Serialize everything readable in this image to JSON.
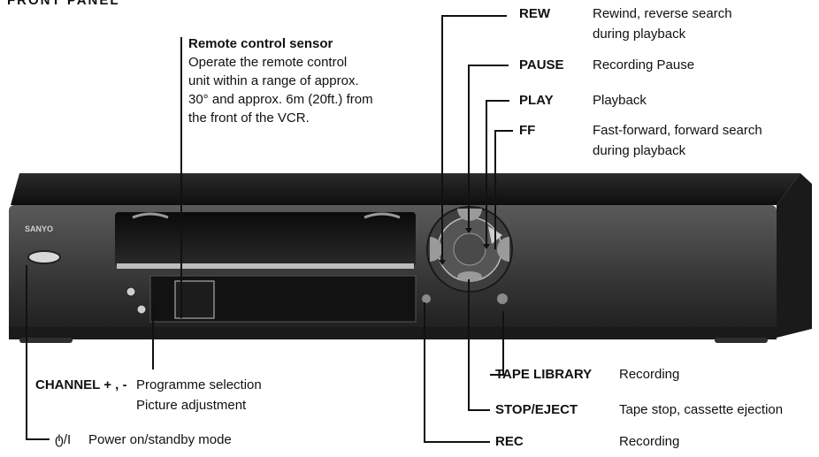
{
  "header": {
    "title": "FRONT PANEL"
  },
  "device": {
    "brand": "SANYO"
  },
  "sensor": {
    "title": "Remote control sensor",
    "lines": [
      "Operate the remote control",
      "unit within a range of approx.",
      "30° and approx. 6m (20ft.) from",
      "the front of the VCR."
    ]
  },
  "controls": {
    "rew": {
      "label": "REW",
      "desc": [
        "Rewind, reverse search",
        "during playback"
      ]
    },
    "pause": {
      "label": "PAUSE",
      "desc": [
        "Recording Pause"
      ]
    },
    "play": {
      "label": "PLAY",
      "desc": [
        "Playback"
      ]
    },
    "ff": {
      "label": "FF",
      "desc": [
        "Fast-forward, forward search",
        "during playback"
      ]
    },
    "tape_library": {
      "label": "TAPE LIBRARY",
      "desc": [
        "Recording"
      ]
    },
    "stop_eject": {
      "label": "STOP/EJECT",
      "desc": [
        "Tape stop, cassette ejection"
      ]
    },
    "rec": {
      "label": "REC",
      "desc": [
        "Recording"
      ]
    },
    "channel": {
      "label": "CHANNEL + , -",
      "desc": [
        "Programme selection",
        "Picture adjustment"
      ]
    },
    "power": {
      "label": "ტ/I",
      "desc": [
        "Power on/standby mode"
      ]
    }
  },
  "colors": {
    "ink": "#111111",
    "body": "#2a2a2a",
    "body_dark": "#141414",
    "panel": "#4a4a4a"
  }
}
